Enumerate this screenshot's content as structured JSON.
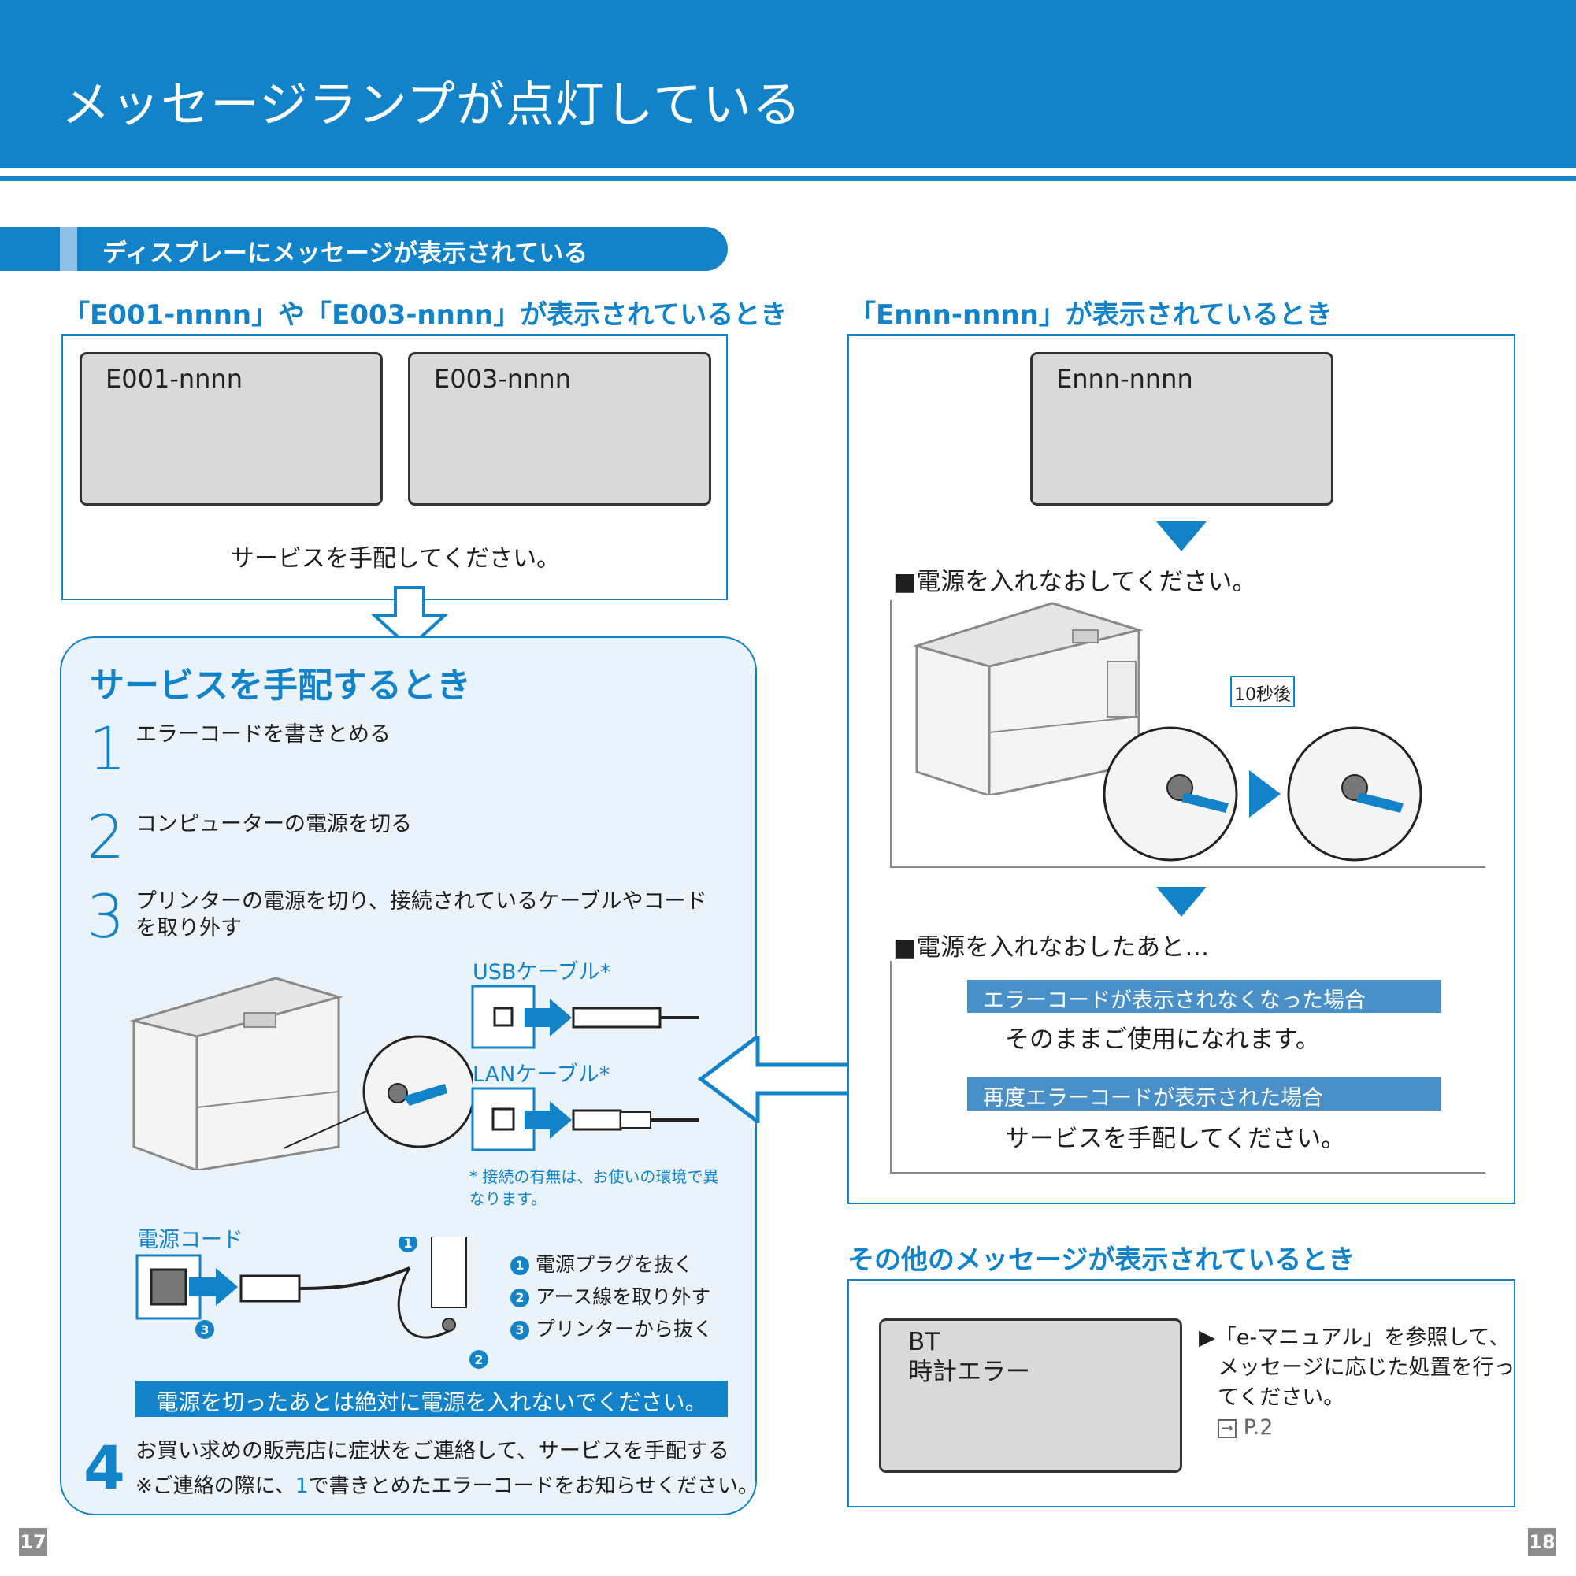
{
  "header": {
    "title": "メッセージランプが点灯している"
  },
  "section": {
    "title": "ディスプレーにメッセージが表示されている"
  },
  "left_case": {
    "heading": "「E001-nnnn」や「E003-nnnn」が表示されているとき",
    "screen1_code": "E001-nnnn",
    "screen2_code": "E003-nnnn",
    "message": "サービスを手配してください。"
  },
  "service": {
    "title": "サービスを手配するとき",
    "steps": [
      {
        "num": "1",
        "text": "エラーコードを書きとめる"
      },
      {
        "num": "2",
        "text": "コンピューターの電源を切る"
      },
      {
        "num": "3",
        "text": "プリンターの電源を切り、接続されているケーブルやコードを取り外す"
      },
      {
        "num": "4",
        "text": "お買い求めの販売店に症状をご連絡して、サービスを手配する",
        "note_pre": "※ご連絡の際に、",
        "note_ref": "1",
        "note_post": "で書きとめたエラーコードをお知らせください。"
      }
    ],
    "usb_label": "USBケーブル*",
    "lan_label": "LANケーブル*",
    "footnote": "* 接続の有無は、お使いの環境で異なります。",
    "power_cord_label": "電源コード",
    "unplug_steps": [
      {
        "num": "1",
        "text": "電源プラグを抜く"
      },
      {
        "num": "2",
        "text": "アース線を取り外す"
      },
      {
        "num": "3",
        "text": "プリンターから抜く"
      }
    ],
    "warning": "電源を切ったあとは絶対に電源を入れないでください。"
  },
  "right_case": {
    "heading": "「Ennn-nnnn」が表示されているとき",
    "screen_code": "Ennn-nnnn",
    "restart_heading": "■電源を入れなおしてください。",
    "timer_label": "10秒後",
    "after_heading": "■電源を入れなおしたあと…",
    "result1_label": "エラーコードが表示されなくなった場合",
    "result1_text": "そのままご使用になれます。",
    "result2_label": "再度エラーコードが表示された場合",
    "result2_text": "サービスを手配してください。"
  },
  "other_case": {
    "heading": "その他のメッセージが表示されているとき",
    "screen_line1": "BT",
    "screen_line2": "時計エラー",
    "instruction_l1": "▶「e-マニュアル」を参照して、",
    "instruction_l2": "メッセージに応じた処置を行っ",
    "instruction_l3": "てください。",
    "page_ref": "P.2"
  },
  "page_numbers": {
    "left": "17",
    "right": "18"
  },
  "colors": {
    "accent": "#1283c9",
    "panel": "#eaf3fa",
    "screen": "#d9d9d9"
  }
}
